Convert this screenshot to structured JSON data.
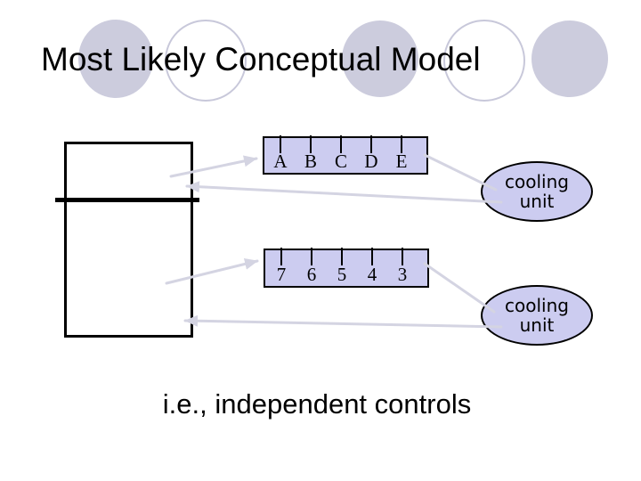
{
  "slide": {
    "title": "Most Likely Conceptual Model",
    "caption": "i.e., independent controls"
  },
  "panels": [
    {
      "labels": [
        "A",
        "B",
        "C",
        "D",
        "E"
      ]
    },
    {
      "labels": [
        "7",
        "6",
        "5",
        "4",
        "3"
      ]
    }
  ],
  "cooling_units": [
    {
      "line1": "cooling",
      "line2": "unit"
    },
    {
      "line1": "cooling",
      "line2": "unit"
    }
  ],
  "colors": {
    "title_text": "#000000",
    "panel_fill": "#ccccf0",
    "panel_border": "#000000",
    "ellipse_fill": "#ccccf0",
    "decor_circle_fill": "#ccccdd",
    "decor_circle_outline": "#c8c8da",
    "connector": "#d4d4e2",
    "fridge_border": "#000000"
  }
}
